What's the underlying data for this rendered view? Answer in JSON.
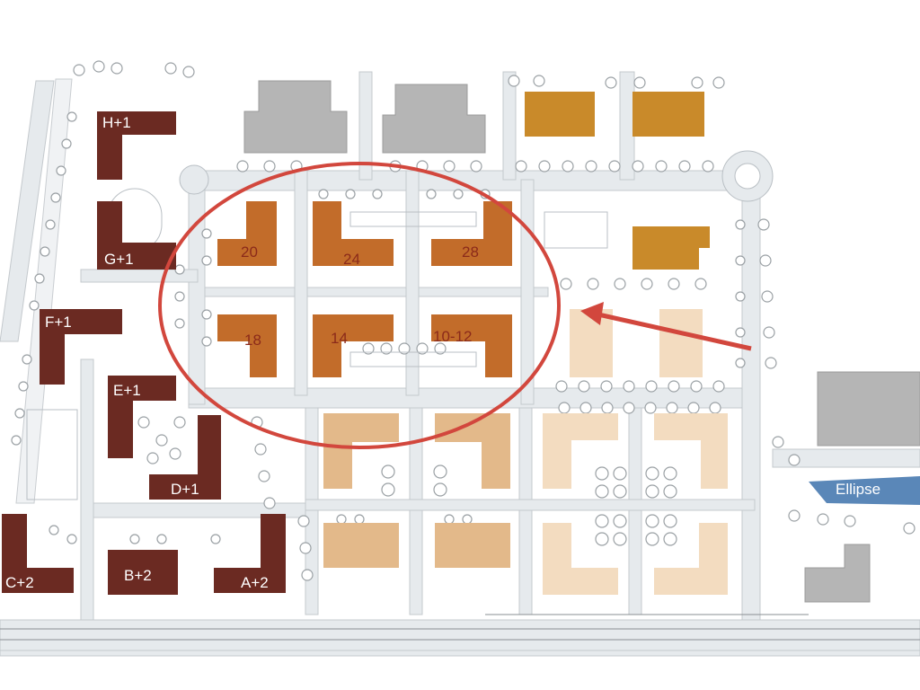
{
  "labels": {
    "h": "H+1",
    "g": "G+1",
    "f": "F+1",
    "e": "E+1",
    "d": "D+1",
    "c": "C+2",
    "b": "B+2",
    "a": "A+2",
    "p20": "20",
    "p24": "24",
    "p28": "28",
    "p18": "18",
    "p14": "14",
    "p1012": "10-12",
    "ellipse": "Ellipse"
  },
  "colors": {
    "existing": "#6b2a22",
    "highlight": "#c26c2a",
    "planned_gold": "#c98a2a",
    "planned_tan": "#e3b98a",
    "planned_light": "#f3dcc0",
    "grey_building": "#b5b5b5",
    "circle": "#d2473d",
    "ellipse_blue": "#5a87b8"
  }
}
